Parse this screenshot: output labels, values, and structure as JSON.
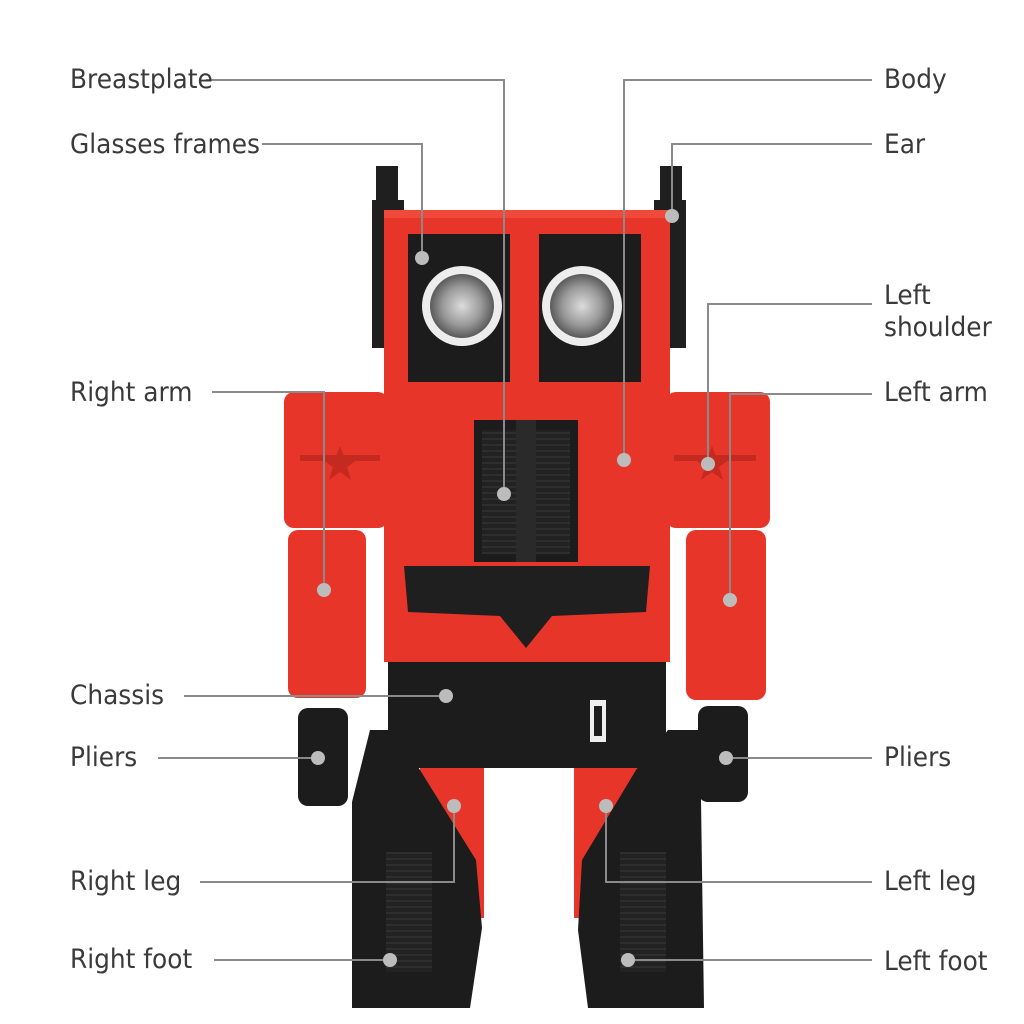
{
  "labels": {
    "breastplate": "Breastplate",
    "glasses_frames": "Glasses frames",
    "right_arm": "Right arm",
    "chassis": "Chassis",
    "pliers_right": "Pliers",
    "right_leg": "Right leg",
    "right_foot": "Right foot",
    "body": "Body",
    "ear": "Ear",
    "left_shoulder_1": "Left",
    "left_shoulder_2": "shoulder",
    "left_arm": "Left arm",
    "pliers_left": "Pliers",
    "left_leg": "Left leg",
    "left_foot": "Left foot"
  },
  "colors": {
    "robot_red": "#e8352a",
    "robot_red_dark": "#c42a20",
    "robot_black": "#1f1f1f",
    "leader_line": "#8a8a8a",
    "label_text": "#3a3a3a"
  }
}
